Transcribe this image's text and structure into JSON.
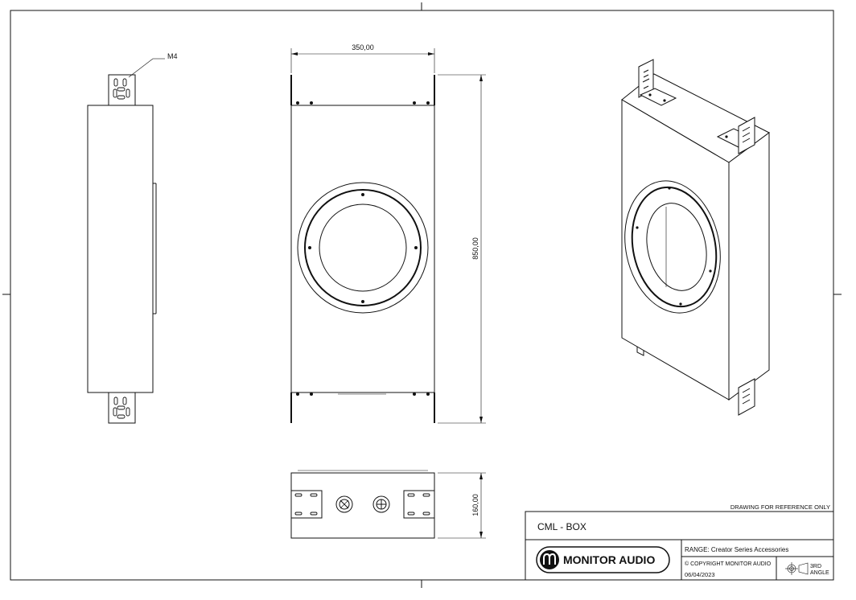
{
  "drawing": {
    "dimensions": {
      "width": "350,00",
      "height": "850,00",
      "depth": "160,00"
    },
    "callout": "M4",
    "reference_note": "DRAWING FOR REFERENCE ONLY"
  },
  "title_block": {
    "title": "CML - BOX",
    "range": "RANGE: Creator Series Accessories",
    "brand": "MONITOR AUDIO",
    "copyright": "© COPYRIGHT MONITOR AUDIO",
    "date": "06/04/2023",
    "projection_line1": "3RD",
    "projection_line2": "ANGLE"
  }
}
